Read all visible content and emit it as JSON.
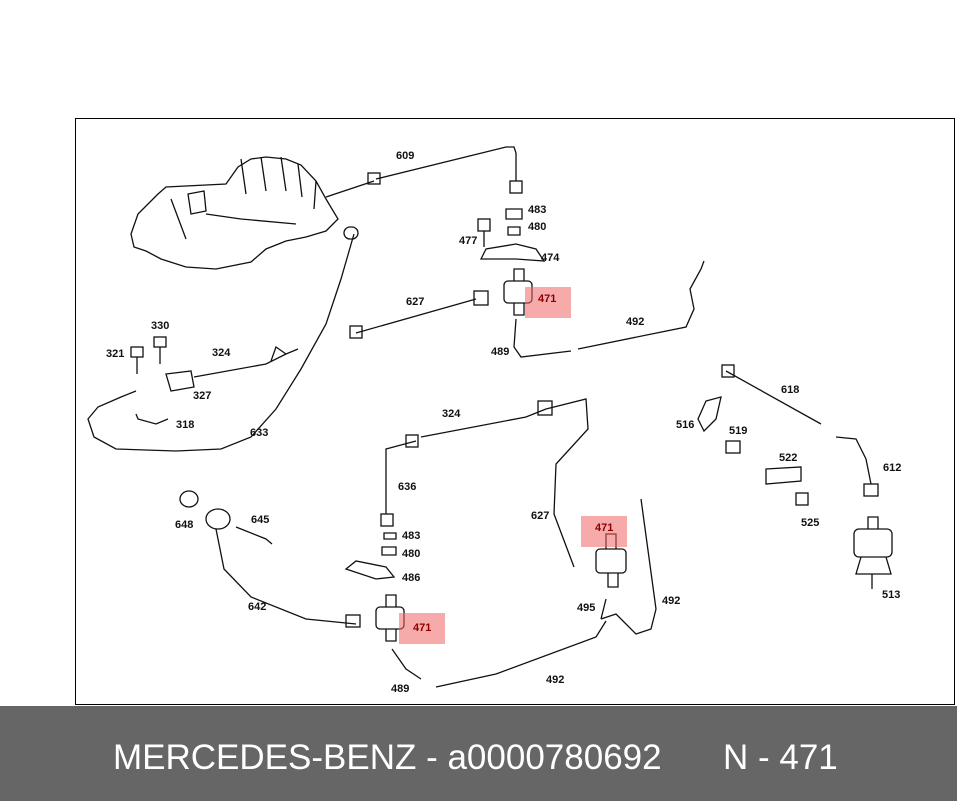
{
  "diagram": {
    "labels": {
      "l609": "609",
      "l483a": "483",
      "l480a": "480",
      "l477": "477",
      "l474": "474",
      "l627a": "627",
      "l492a": "492",
      "l489a": "489",
      "l330": "330",
      "l321": "321",
      "l324a": "324",
      "l327": "327",
      "l318": "318",
      "l633": "633",
      "l324b": "324",
      "l636": "636",
      "l483b": "483",
      "l480b": "480",
      "l486": "486",
      "l627b": "627",
      "l492b": "492",
      "l495": "495",
      "l492c": "492",
      "l489b": "489",
      "l648": "648",
      "l645": "645",
      "l642": "642",
      "l618": "618",
      "l516": "516",
      "l519": "519",
      "l522": "522",
      "l525": "525",
      "l612": "612",
      "l513": "513"
    },
    "highlight_label": "471"
  },
  "footer": {
    "brand_part": "MERCEDES-BENZ - a0000780692",
    "code": "N - 471"
  },
  "colors": {
    "footer_bg": "#666666",
    "highlight": "#f06464"
  }
}
